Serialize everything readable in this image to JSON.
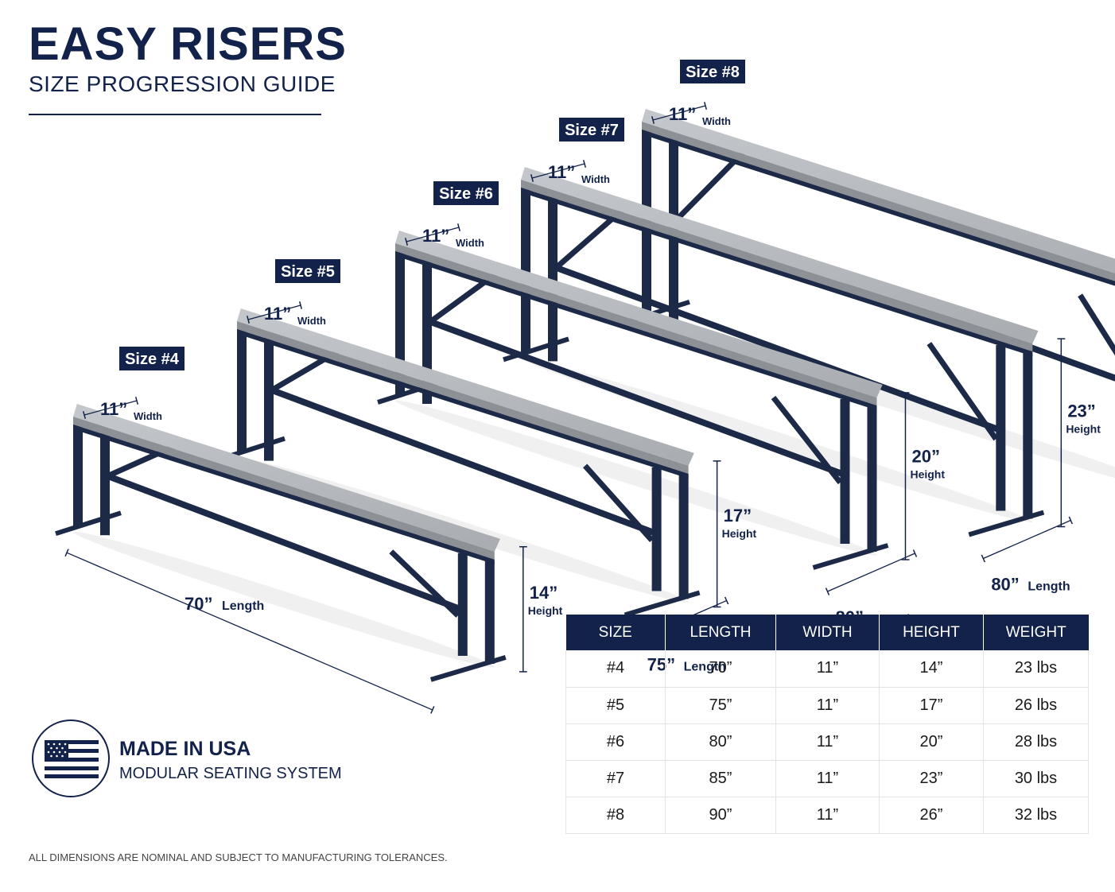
{
  "header": {
    "title": "EASY RISERS",
    "subtitle": "SIZE PROGRESSION GUIDE"
  },
  "labels": {
    "width_unit": "Width",
    "height_unit": "Height",
    "length_unit": "Length"
  },
  "risers": [
    {
      "size": "Size #4",
      "width": "11”",
      "height": "14”",
      "length": "70”",
      "length_in": 70,
      "height_in": 14
    },
    {
      "size": "Size #5",
      "width": "11”",
      "height": "17”",
      "length": "75”",
      "length_in": 75,
      "height_in": 17
    },
    {
      "size": "Size #6",
      "width": "11”",
      "height": "20”",
      "length": "80”",
      "length_in": 80,
      "height_in": 20
    },
    {
      "size": "Size #7",
      "width": "11”",
      "height": "23”",
      "length": "80”",
      "length_in": 85,
      "height_in": 23
    },
    {
      "size": "Size #8",
      "width": "11”",
      "height": "26”",
      "length": "90”",
      "length_in": 90,
      "height_in": 26
    }
  ],
  "table": {
    "headers": [
      "SIZE",
      "LENGTH",
      "WIDTH",
      "HEIGHT",
      "WEIGHT"
    ],
    "rows": [
      [
        "#4",
        "70”",
        "11”",
        "14”",
        "23 lbs"
      ],
      [
        "#5",
        "75”",
        "11”",
        "17”",
        "26 lbs"
      ],
      [
        "#6",
        "80”",
        "11”",
        "20”",
        "28 lbs"
      ],
      [
        "#7",
        "85”",
        "11”",
        "23”",
        "30 lbs"
      ],
      [
        "#8",
        "90”",
        "11”",
        "26”",
        "32 lbs"
      ]
    ]
  },
  "badge": {
    "icon": "us-flag-icon",
    "title": "MADE IN USA",
    "subtitle": "MODULAR SEATING SYSTEM"
  },
  "footnote": "ALL DIMENSIONS ARE NOMINAL AND SUBJECT TO MANUFACTURING TOLERANCES.",
  "colors": {
    "navy": "#13224a",
    "frame": "#1c2a48",
    "seat_top": "#b9bcc0",
    "seat_edge": "#8d9196"
  }
}
